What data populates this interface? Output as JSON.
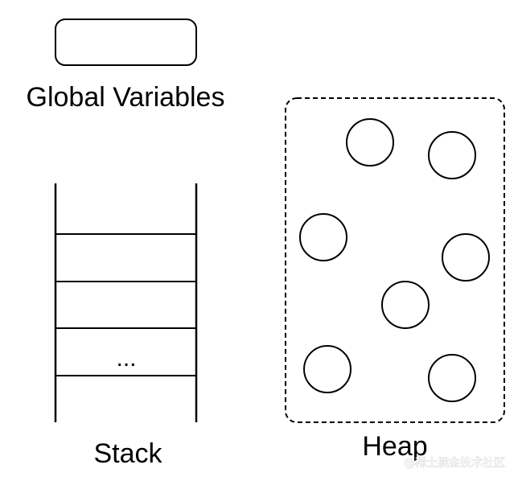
{
  "global_variables": {
    "label": "Global Variables"
  },
  "stack": {
    "label": "Stack",
    "ellipsis": "..."
  },
  "heap": {
    "label": "Heap",
    "object_count": 7
  },
  "watermark": {
    "text": "@稀土掘金技术社区"
  },
  "colors": {
    "stroke": "#000000",
    "background": "#ffffff"
  }
}
